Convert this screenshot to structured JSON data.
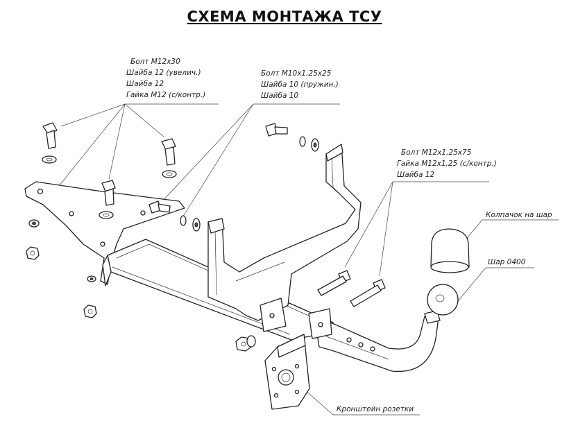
{
  "title": "СХЕМА МОНТАЖА ТСУ",
  "labels": {
    "group1": [
      "Болт М12х30",
      "Шайба 12 (увелич.)",
      "Шайба 12",
      "Гайка М12 (с/контр.)"
    ],
    "group2": [
      "Болт М10х1,25х25",
      "Шайба 10 (пружин.)",
      "Шайба 10"
    ],
    "group3": [
      "Болт М12х1,25х75",
      "Гайка М12х1,25 (с/контр.)",
      "Шайба 12"
    ],
    "cap": "Колпачок на шар",
    "ball": "Шар 0400",
    "socket_bracket": "Кронштейн розетки"
  }
}
